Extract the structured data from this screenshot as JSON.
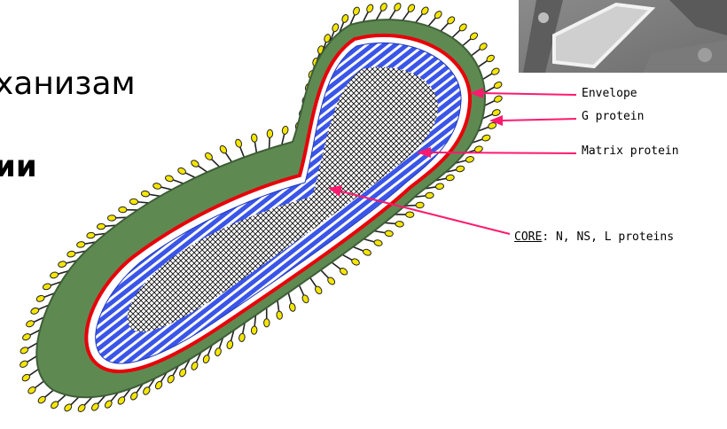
{
  "slide": {
    "line1": "ханизам",
    "line2": "ии"
  },
  "labels": {
    "envelope": "Envelope",
    "g_protein": "G protein",
    "matrix_protein": "Matrix protein",
    "core_key": "CORE",
    "core_rest": ":  N, NS, L proteins"
  },
  "colors": {
    "envelope": "#e8000a",
    "matrix": "#3a55e8",
    "glycoprotein_layer": "#5e8a52",
    "spike": "#f5e600",
    "arrow": "#ff1a6e"
  }
}
